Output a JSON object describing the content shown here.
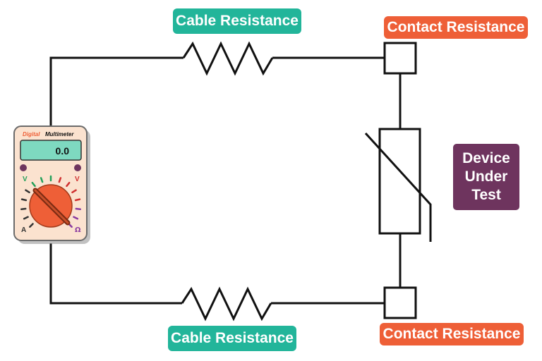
{
  "labels": {
    "cable_resistance_top": "Cable Resistance",
    "cable_resistance_bottom": "Cable Resistance",
    "contact_resistance_top": "Contact Resistance",
    "contact_resistance_bottom": "Contact Resistance",
    "device_under_test": [
      "Device",
      "Under",
      "Test"
    ]
  },
  "multimeter": {
    "brand_word_1": "Digital",
    "brand_word_2": "Multimeter",
    "display_value": "0.0",
    "dial_labels": {
      "voltage_left": "V",
      "voltage_right": "V",
      "current": "A",
      "resistance": "Ω"
    },
    "body_color": "#fbe2cf",
    "dial_color": "#ee5f37",
    "display_color": "#7ed9c0"
  },
  "colors": {
    "teal": "#22b59a",
    "orange": "#ee5f37",
    "purple": "#6e345e",
    "wire": "#111111"
  }
}
